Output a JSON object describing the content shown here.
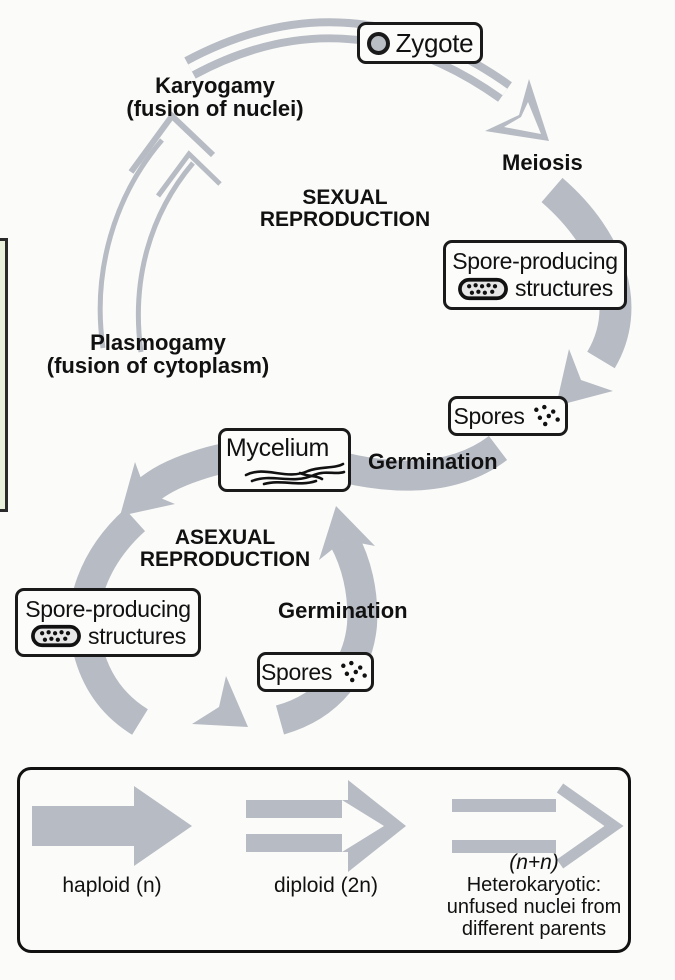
{
  "cycle": {
    "zygote": "Zygote",
    "karyogamy_1": "Karyogamy",
    "karyogamy_2": "(fusion of nuclei)",
    "meiosis": "Meiosis",
    "sexual_1": "SEXUAL",
    "sexual_2": "REPRODUCTION",
    "spore_producing_1": "Spore-producing",
    "spore_producing_2": "structures",
    "spores": "Spores",
    "germination": "Germination",
    "mycelium": "Mycelium",
    "plasmogamy_1": "Plasmogamy",
    "plasmogamy_2": "(fusion of cytoplasm)",
    "asexual_1": "ASEXUAL",
    "asexual_2": "REPRODUCTION"
  },
  "legend": {
    "haploid": "haploid (n)",
    "diploid": "diploid (2n)",
    "hetero_ploidy": "(n+n)",
    "hetero_1": "Heterokaryotic:",
    "hetero_2": "unfused nuclei from",
    "hetero_3": "different parents"
  },
  "colors": {
    "arrow_gray": "#b7bbc3",
    "box_border": "#1a1a1a",
    "green_panel": "#e9f0dc",
    "text": "#111111"
  }
}
